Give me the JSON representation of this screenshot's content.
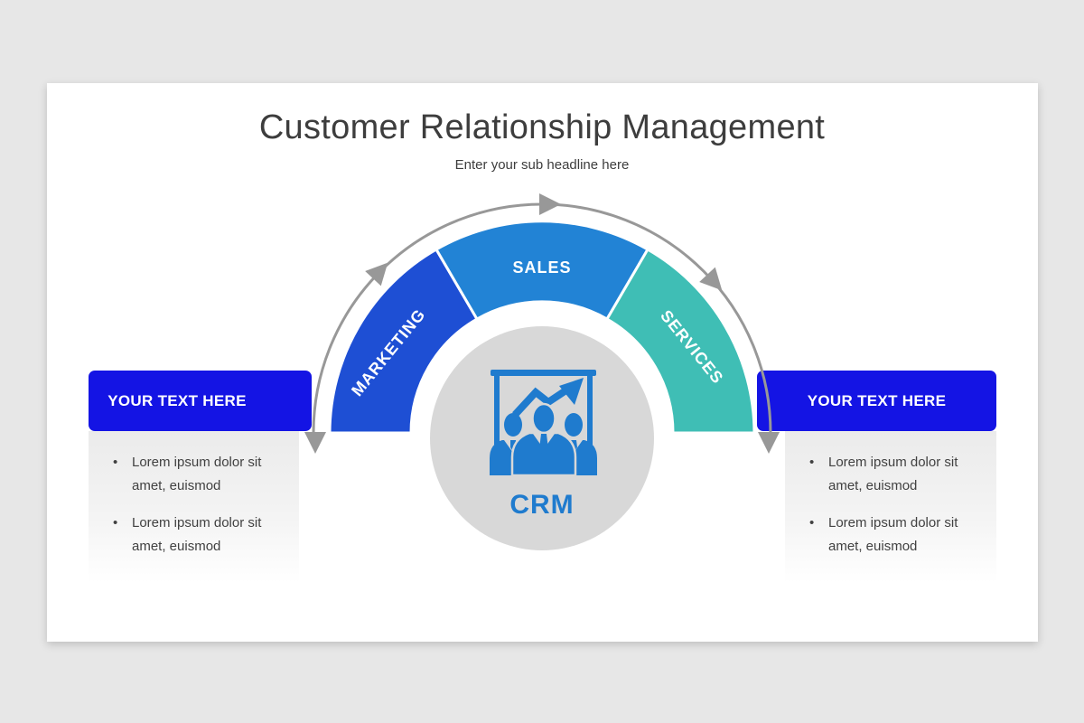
{
  "page": {
    "background_color": "#e7e7e7",
    "slide_color": "#ffffff"
  },
  "slide": {
    "title": "Customer Relationship Management",
    "subtitle": "Enter your sub headline here"
  },
  "diagram": {
    "segments": [
      {
        "label": "MARKETING",
        "color": "#1e4fd4"
      },
      {
        "label": "SALES",
        "color": "#2283d5"
      },
      {
        "label": "SERVICES",
        "color": "#3fbeb5"
      }
    ],
    "center": {
      "label": "CRM",
      "icon": "presentation-team-icon",
      "circle_color": "#d8d8d8",
      "accent_color": "#1f7bce"
    },
    "arrow_color": "#989898"
  },
  "bullet_char": "•",
  "boxes": {
    "left": {
      "header": "YOUR TEXT HERE",
      "header_color": "#1414e4",
      "bullets": [
        {
          "line1": "Lorem ipsum dolor sit",
          "line2": "amet, euismod"
        },
        {
          "line1": "Lorem ipsum dolor sit",
          "line2": "amet, euismod"
        }
      ]
    },
    "right": {
      "header": "YOUR TEXT HERE",
      "header_color": "#1414e4",
      "bullets": [
        {
          "line1": "Lorem ipsum dolor sit",
          "line2": "amet, euismod"
        },
        {
          "line1": "Lorem ipsum dolor sit",
          "line2": "amet, euismod"
        }
      ]
    }
  }
}
